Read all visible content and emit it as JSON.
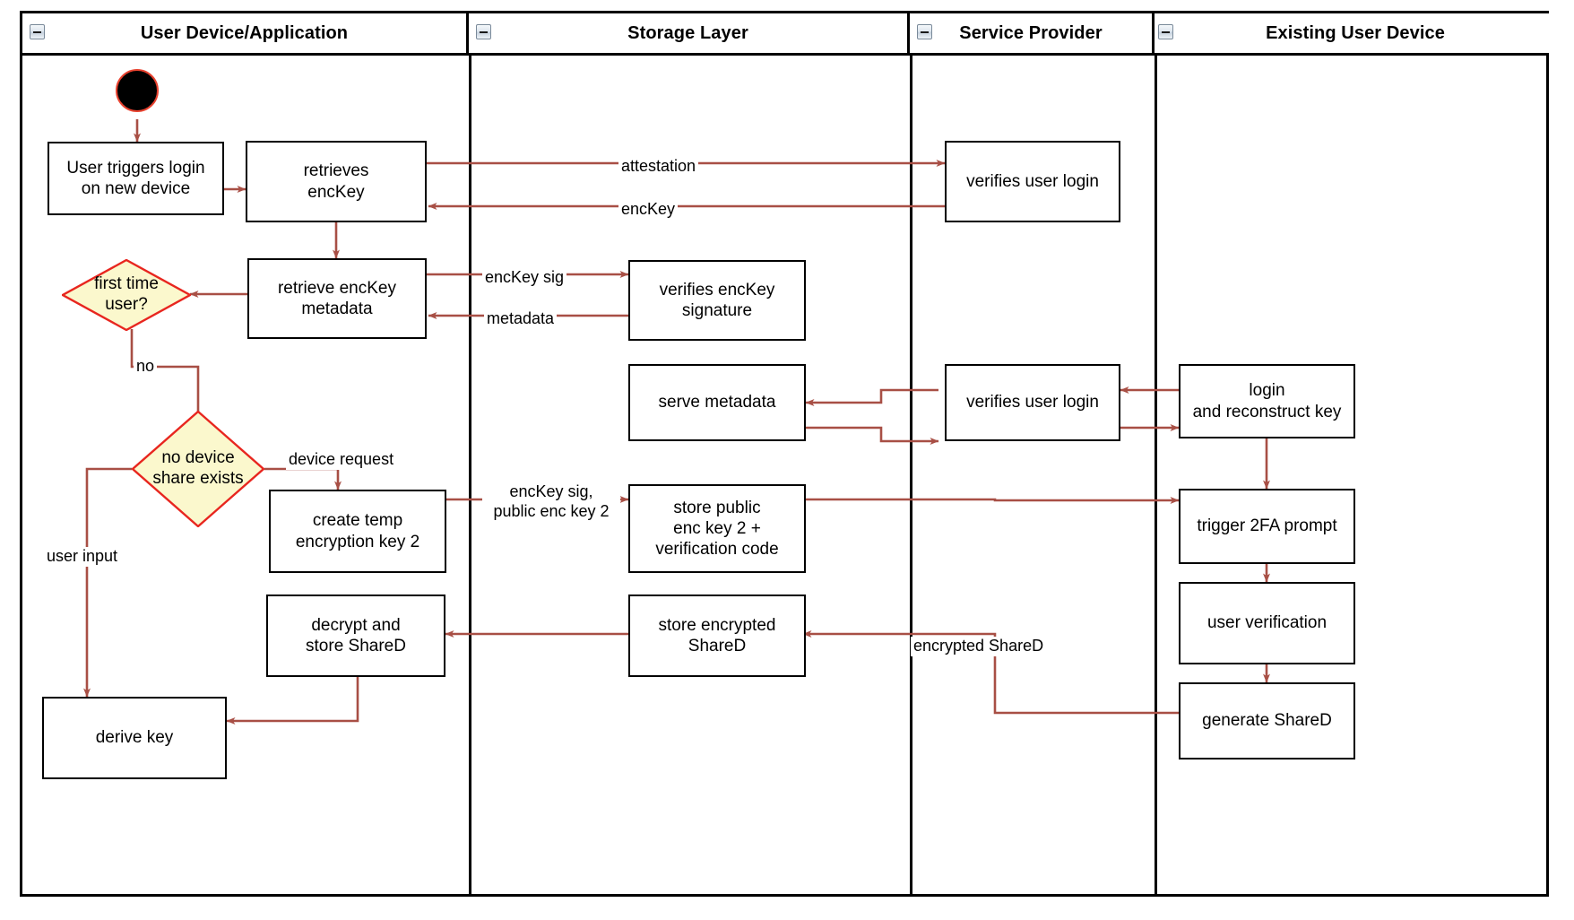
{
  "diagram": {
    "type": "uml-activity-swimlane",
    "title_present": false,
    "accent_edge_color": "#a84f45",
    "decision_fill": "#fbf8cd",
    "decision_stroke": "#e8261f",
    "start_node_fill": "#000000",
    "start_node_stroke": "#e8422f",
    "node_stroke": "#000000",
    "node_fill": "#ffffff"
  },
  "lanes": [
    {
      "id": "user-device",
      "title": "User Device/Application",
      "collapse_icon": "collapse-minus-icon"
    },
    {
      "id": "storage-layer",
      "title": "Storage Layer",
      "collapse_icon": "collapse-minus-icon"
    },
    {
      "id": "service-provider",
      "title": "Service Provider",
      "collapse_icon": "collapse-minus-icon"
    },
    {
      "id": "existing-user-device",
      "title": "Existing User Device",
      "collapse_icon": "collapse-minus-icon"
    }
  ],
  "nodes": [
    {
      "id": "start",
      "lane": "user-device",
      "shape": "initial",
      "label": ""
    },
    {
      "id": "user-triggers-login",
      "lane": "user-device",
      "shape": "action",
      "label": "User triggers login\non new device"
    },
    {
      "id": "retrieves-enckey",
      "lane": "user-device",
      "shape": "action",
      "label": "retrieves\nencKey"
    },
    {
      "id": "retrieve-enckey-metadata",
      "lane": "user-device",
      "shape": "action",
      "label": "retrieve encKey\nmetadata"
    },
    {
      "id": "first-time-user",
      "lane": "user-device",
      "shape": "decision",
      "label": "first time\nuser?"
    },
    {
      "id": "no-device-share-exists",
      "lane": "user-device",
      "shape": "decision",
      "label": "no device\nshare exists"
    },
    {
      "id": "create-temp-encryption-key-2",
      "lane": "user-device",
      "shape": "action",
      "label": "create temp\nencryption key 2"
    },
    {
      "id": "decrypt-and-store-shared",
      "lane": "user-device",
      "shape": "action",
      "label": "decrypt and\nstore ShareD"
    },
    {
      "id": "derive-key",
      "lane": "user-device",
      "shape": "action",
      "label": "derive key"
    },
    {
      "id": "verifies-enckey-signature",
      "lane": "storage-layer",
      "shape": "action",
      "label": "verifies encKey\nsignature"
    },
    {
      "id": "serve-metadata",
      "lane": "storage-layer",
      "shape": "action",
      "label": "serve metadata"
    },
    {
      "id": "store-public-enc-key-2",
      "lane": "storage-layer",
      "shape": "action",
      "label": "store public\nenc key 2 +\nverification code"
    },
    {
      "id": "store-encrypted-shared",
      "lane": "storage-layer",
      "shape": "action",
      "label": "store encrypted\nShareD"
    },
    {
      "id": "verifies-user-login-1",
      "lane": "service-provider",
      "shape": "action",
      "label": "verifies user login"
    },
    {
      "id": "verifies-user-login-2",
      "lane": "service-provider",
      "shape": "action",
      "label": "verifies user login"
    },
    {
      "id": "login-and-reconstruct-key",
      "lane": "existing-user-device",
      "shape": "action",
      "label": "login\nand reconstruct key"
    },
    {
      "id": "trigger-2fa-prompt",
      "lane": "existing-user-device",
      "shape": "action",
      "label": "trigger 2FA prompt"
    },
    {
      "id": "user-verification",
      "lane": "existing-user-device",
      "shape": "action",
      "label": "user verification"
    },
    {
      "id": "generate-shared",
      "lane": "existing-user-device",
      "shape": "action",
      "label": "generate ShareD"
    }
  ],
  "edges": [
    {
      "id": "e-start",
      "from": "start",
      "to": "user-triggers-login",
      "label": ""
    },
    {
      "id": "e-login-retrieves",
      "from": "user-triggers-login",
      "to": "retrieves-enckey",
      "label": ""
    },
    {
      "id": "e-attestation",
      "from": "retrieves-enckey",
      "to": "verifies-user-login-1",
      "label": "attestation"
    },
    {
      "id": "e-enckey",
      "from": "verifies-user-login-1",
      "to": "retrieves-enckey",
      "label": "encKey"
    },
    {
      "id": "e-retrieves-meta",
      "from": "retrieves-enckey",
      "to": "retrieve-enckey-metadata",
      "label": ""
    },
    {
      "id": "e-enckey-sig",
      "from": "retrieve-enckey-metadata",
      "to": "verifies-enckey-signature",
      "label": "encKey sig"
    },
    {
      "id": "e-metadata",
      "from": "verifies-enckey-signature",
      "to": "retrieve-enckey-metadata",
      "label": "metadata"
    },
    {
      "id": "e-meta-first-time",
      "from": "retrieve-enckey-metadata",
      "to": "first-time-user",
      "label": ""
    },
    {
      "id": "e-no",
      "from": "first-time-user",
      "to": "no-device-share-exists",
      "label": "no"
    },
    {
      "id": "e-device-request",
      "from": "no-device-share-exists",
      "to": "create-temp-encryption-key-2",
      "label": "device request"
    },
    {
      "id": "e-user-input",
      "from": "no-device-share-exists",
      "to": "derive-key",
      "label": "user input"
    },
    {
      "id": "e-enckey-sig-pub",
      "from": "create-temp-encryption-key-2",
      "to": "store-public-enc-key-2",
      "label": "encKey sig,\npublic enc key 2"
    },
    {
      "id": "e-store-pub-trigger",
      "from": "store-public-enc-key-2",
      "to": "trigger-2fa-prompt",
      "label": ""
    },
    {
      "id": "e-existing-verify",
      "from": "login-and-reconstruct-key",
      "to": "verifies-user-login-2",
      "label": ""
    },
    {
      "id": "e-verify-serve",
      "from": "verifies-user-login-2",
      "to": "serve-metadata",
      "label": ""
    },
    {
      "id": "e-serve-verify",
      "from": "serve-metadata",
      "to": "verifies-user-login-2",
      "label": ""
    },
    {
      "id": "e-verify-existing",
      "from": "verifies-user-login-2",
      "to": "login-and-reconstruct-key",
      "label": ""
    },
    {
      "id": "e-login-2fa",
      "from": "login-and-reconstruct-key",
      "to": "trigger-2fa-prompt",
      "label": ""
    },
    {
      "id": "e-2fa-userverify",
      "from": "trigger-2fa-prompt",
      "to": "user-verification",
      "label": ""
    },
    {
      "id": "e-userverify-generate",
      "from": "user-verification",
      "to": "generate-shared",
      "label": ""
    },
    {
      "id": "e-encrypted-shared",
      "from": "generate-shared",
      "to": "store-encrypted-shared",
      "label": "encrypted ShareD"
    },
    {
      "id": "e-store-decrypt",
      "from": "store-encrypted-shared",
      "to": "decrypt-and-store-shared",
      "label": ""
    },
    {
      "id": "e-decrypt-derive",
      "from": "decrypt-and-store-shared",
      "to": "derive-key",
      "label": ""
    }
  ],
  "edge_labels": {
    "attestation": "attestation",
    "enckey": "encKey",
    "enckey_sig": "encKey sig",
    "metadata": "metadata",
    "no": "no",
    "device_request": "device request",
    "user_input": "user input",
    "enckey_sig_pub": "encKey sig,\npublic enc key 2",
    "encrypted_shared": "encrypted ShareD"
  }
}
